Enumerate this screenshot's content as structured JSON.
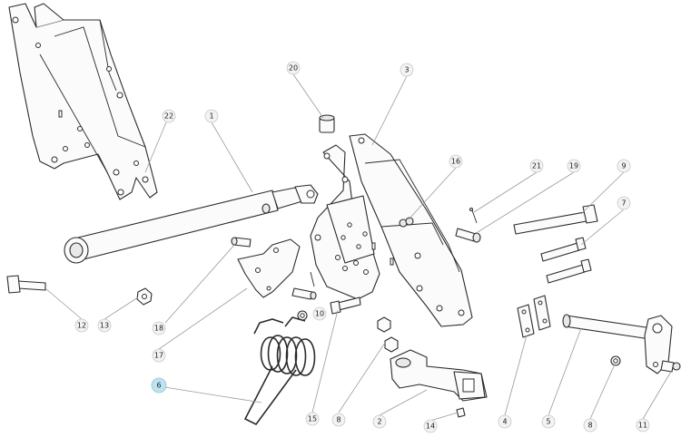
{
  "diagram": {
    "highlight_color": "#bfe3ee",
    "selected_callout": "6",
    "callouts": [
      "1",
      "2",
      "3",
      "4",
      "5",
      "6",
      "7",
      "8",
      "9",
      "10",
      "11",
      "12",
      "13",
      "14",
      "15",
      "16",
      "17",
      "18",
      "19",
      "20",
      "21",
      "22"
    ]
  }
}
